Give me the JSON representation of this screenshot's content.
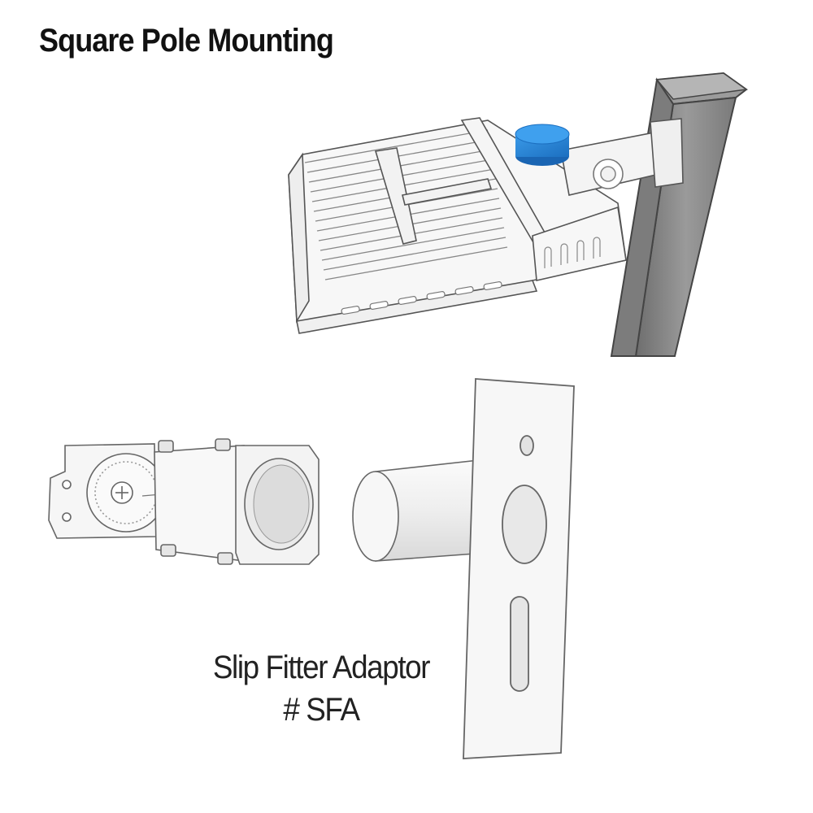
{
  "title": "Square Pole Mounting",
  "caption": {
    "line1": "Slip Fitter Adaptor",
    "line2": "# SFA"
  },
  "colors": {
    "photocell": "#2a86d8",
    "pole": "#8a8a8a",
    "outline": "#555555",
    "part_fill": "#f4f4f4"
  }
}
